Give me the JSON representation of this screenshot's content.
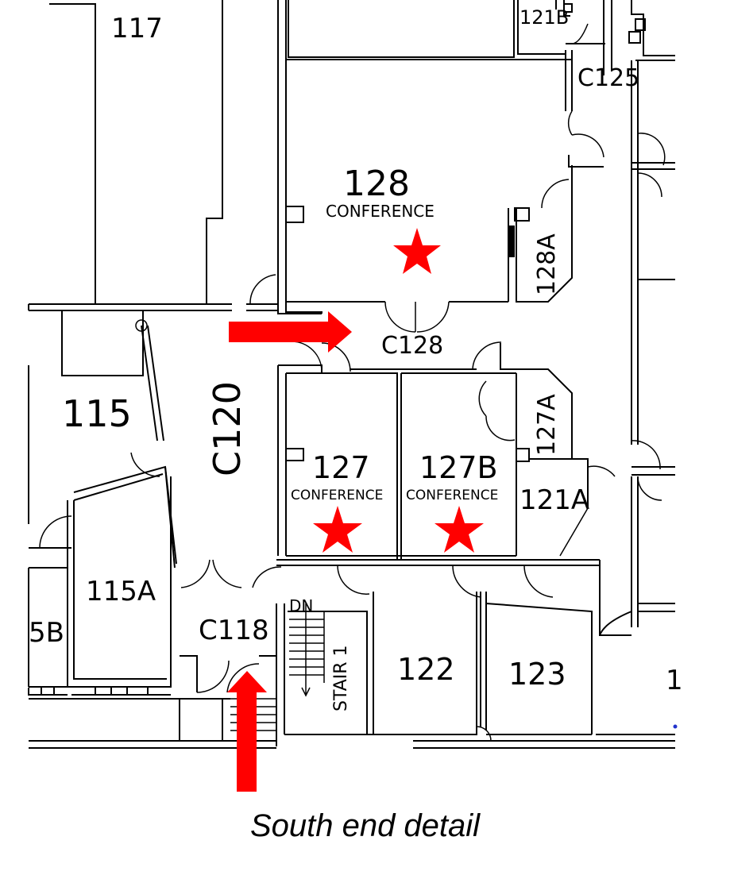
{
  "caption": "South end detail",
  "colors": {
    "marker": "#ff0000",
    "line": "#000000",
    "accent_blue": "#2233cc"
  },
  "rooms": {
    "r117": "117",
    "r121B": "121B",
    "rC125": "C125",
    "r128": "128",
    "r128_sub": "CONFERENCE",
    "r128A": "128A",
    "rC128": "C128",
    "r115": "115",
    "rC120": "C120",
    "r127": "127",
    "r127_sub": "CONFERENCE",
    "r127B": "127B",
    "r127B_sub": "CONFERENCE",
    "r127A": "127A",
    "r121A": "121A",
    "r115A": "115A",
    "r5B": "5B",
    "rC118": "C118",
    "dn": "DN",
    "stair": "STAIR 1",
    "r122": "122",
    "r123": "123",
    "r1": "1"
  },
  "markers": [
    {
      "name": "star-128",
      "room": "128"
    },
    {
      "name": "star-127",
      "room": "127"
    },
    {
      "name": "star-127B",
      "room": "127B"
    },
    {
      "name": "arrow-east",
      "direction": "east"
    },
    {
      "name": "arrow-north",
      "direction": "north"
    }
  ]
}
